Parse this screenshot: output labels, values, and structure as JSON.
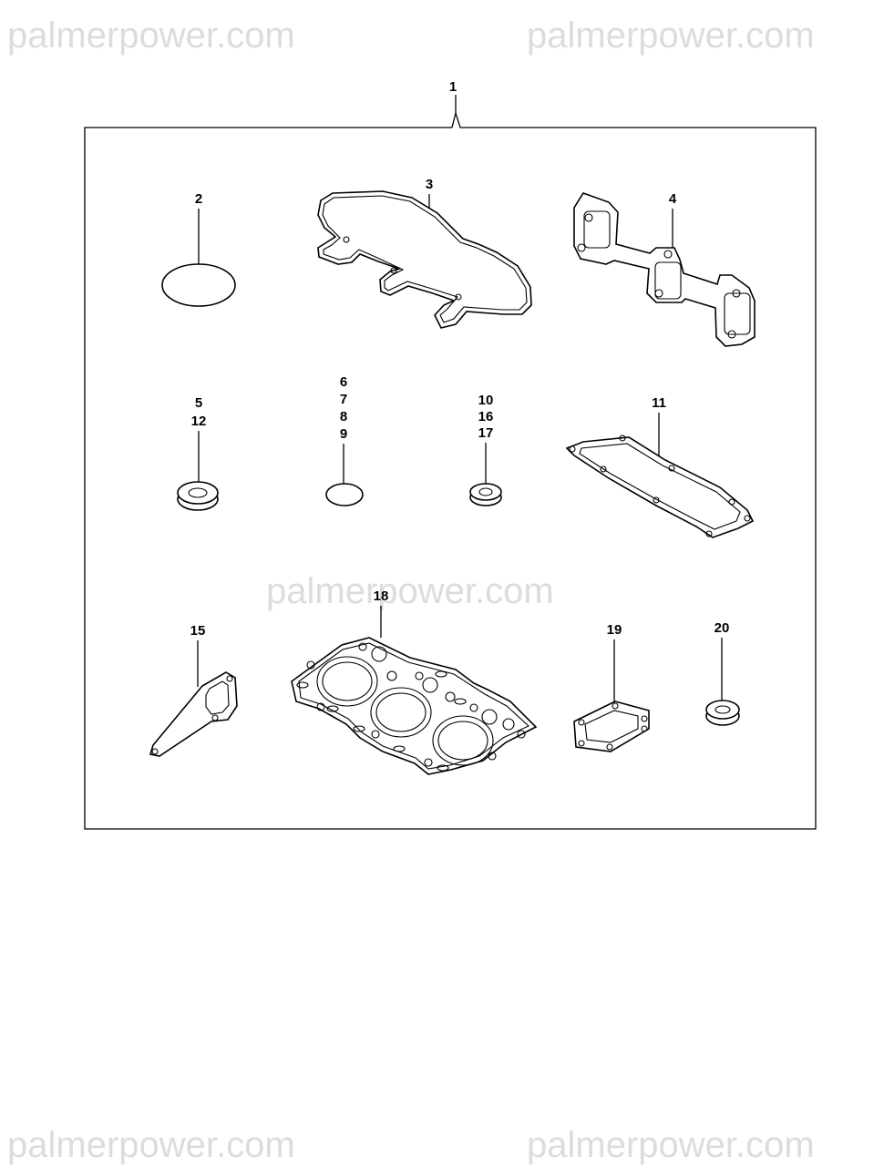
{
  "watermark": {
    "text": "palmerpower.com"
  },
  "callouts": {
    "kit": "1",
    "p2": "2",
    "p3": "3",
    "p4": "4",
    "p5_12": [
      "5",
      "12"
    ],
    "p6_9": [
      "6",
      "7",
      "8",
      "9"
    ],
    "p10_17": [
      "10",
      "16",
      "17"
    ],
    "p11": "11",
    "p15": "15",
    "p18": "18",
    "p19": "19",
    "p20": "20"
  },
  "colors": {
    "line": "#000000",
    "watermark": "#dcdcdc",
    "background": "#ffffff"
  }
}
